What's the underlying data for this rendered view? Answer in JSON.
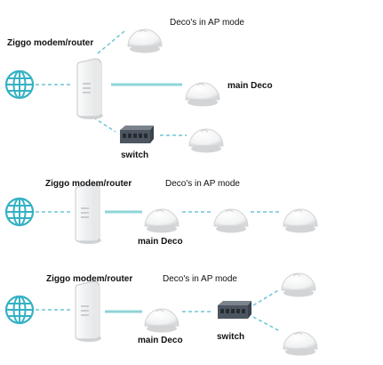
{
  "labels": {
    "modem": "Ziggo modem/router",
    "deco_ap": "Deco's in AP mode",
    "main_deco": "main Deco",
    "switch": "switch"
  },
  "colors": {
    "globe": "#35b1c4",
    "dashed_link": "#6ec5d3",
    "wired_link": "#8fd4d8",
    "device_shadow": "#d2d4d6",
    "switch_body": "#4c5560"
  },
  "icons": {
    "internet": "globe-icon",
    "modem": "router-icon",
    "deco": "deco-unit-icon",
    "switch": "network-switch-icon"
  }
}
